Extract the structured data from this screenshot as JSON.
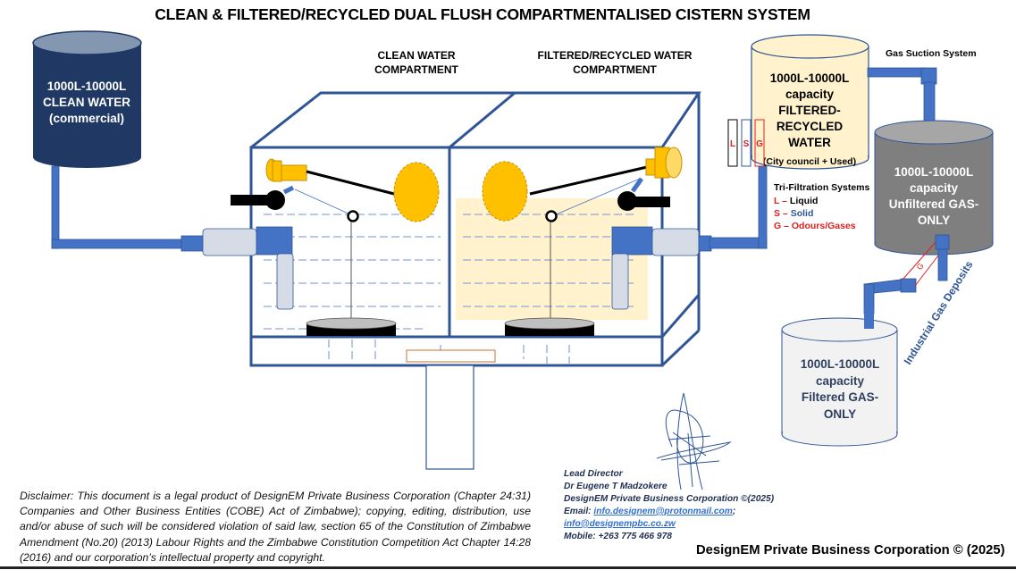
{
  "title": "CLEAN & FILTERED/RECYCLED DUAL FLUSH COMPARTMENTALISED CISTERN SYSTEM",
  "colors": {
    "pipe_blue": "#4472c4",
    "box_outline": "#2f5597",
    "clean_tank": "#203864",
    "clean_tank_top": "#8497b0",
    "recycled_tank": "#fff2cc",
    "gas_tank": "#7f7f7f",
    "filtered_gas_tank": "#f2f2f2",
    "float_yellow": "#ffc000",
    "filter_red": "#e02020",
    "filter_black": "#000000",
    "filter_blue": "#2f5597"
  },
  "clean_tank": {
    "lines": [
      "1000L-10000L",
      "CLEAN WATER",
      "(commercial)"
    ]
  },
  "compartments": {
    "clean": {
      "lines": [
        "CLEAN WATER",
        "COMPARTMENT"
      ]
    },
    "recycled": {
      "lines": [
        "FILTERED/RECYCLED WATER",
        "COMPARTMENT"
      ]
    }
  },
  "recycled_tank": {
    "lines": [
      "1000L-10000L",
      "capacity",
      "FILTERED-",
      "RECYCLED",
      "WATER"
    ],
    "note": "(City council + Used)"
  },
  "filters": {
    "labels": [
      "L",
      "S",
      "G"
    ],
    "legend_title": "Tri-Filtration Systems",
    "legend": [
      {
        "key": "L",
        "sep": " – ",
        "value": "Liquid"
      },
      {
        "key": "S",
        "sep": " – ",
        "value": "Solid"
      },
      {
        "key": "G",
        "sep": " – ",
        "value": "Odours/Gases"
      }
    ]
  },
  "gas_suction": {
    "label": "Gas Suction System"
  },
  "unfiltered_gas_tank": {
    "lines": [
      "1000L-10000L",
      "capacity",
      "Unfiltered GAS-",
      "ONLY"
    ]
  },
  "gas_filter": {
    "label": "G"
  },
  "industrial_gas": {
    "label": "Industrial Gas Deposits"
  },
  "filtered_gas_tank": {
    "lines": [
      "1000L-10000L",
      "capacity",
      "Filtered GAS-",
      "ONLY"
    ]
  },
  "signature": {
    "role": "Lead Director",
    "name": "Dr Eugene T Madzokere",
    "company": "DesignEM Private Business Corporation ©(2025)",
    "email_label": "Email: ",
    "email_1": "info.designem@protonmail.com",
    "email_sep": ";",
    "email_2": "info@designempbc.co.zw",
    "mobile": "Mobile: +263 775 466 978"
  },
  "disclaimer": "Disclaimer: This document is a legal product of DesignEM Private Business Corporation (Chapter 24:31) Companies and Other Business Entities (COBE) Act of Zimbabwe); copying, editing, distribution, use and/or abuse of such will be considered violation of said law, section 65 of the Constitution of Zimbabwe Amendment (No.20) (2013) Labour Rights and the Zimbabwe Constitution Competition Act Chapter 14:28 (2016) and our corporation’s intellectual property and copyright.",
  "footer": "DesignEM Private Business Corporation © (2025)"
}
